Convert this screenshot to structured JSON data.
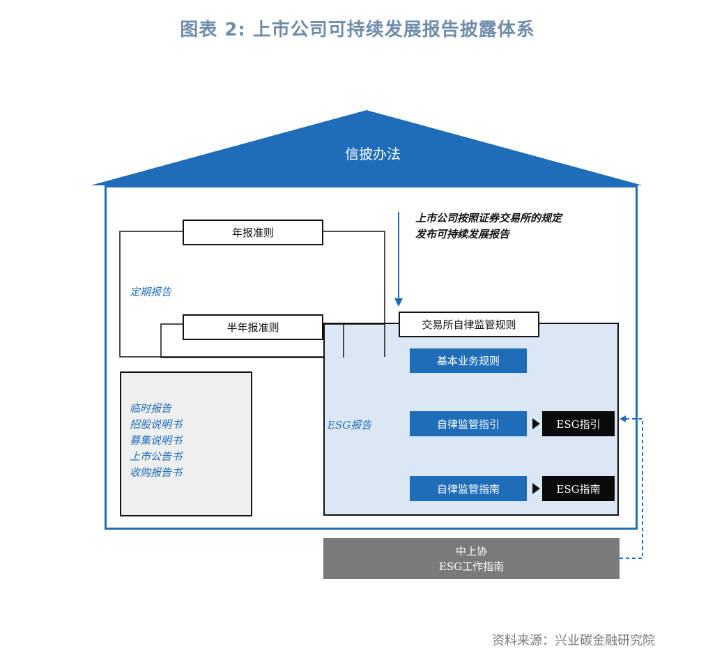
{
  "title": "图表 2: 上市公司可持续发展报告披露体系",
  "roof": {
    "label": "信披办法"
  },
  "annual_rules": "年报准则",
  "semiannual_rules": "半年报准则",
  "periodic_report": "定期报告",
  "note": {
    "line1": "上市公司按照证券交易所的规定",
    "line2": "发布可持续发展报告"
  },
  "other_reports": [
    "临时报告",
    "招股说明书",
    "募集说明书",
    "上市公告书",
    "收购报告书"
  ],
  "exchange_rules": "交易所自律监管规则",
  "esg_report": "ESG报告",
  "business_rules": "基本业务规则",
  "self_reg_guideline": "自律监管指引",
  "esg_guideline": "ESG指引",
  "self_reg_guide": "自律监管指南",
  "esg_guide": "ESG指南",
  "capco": {
    "line1": "中上协",
    "line2": "ESG工作指南"
  },
  "source": "资料来源：兴业碳金融研究院",
  "colors": {
    "accent_blue": "#1f6db8",
    "esg_bg": "#dbe7f5",
    "gray_box": "#7a7a7a"
  }
}
